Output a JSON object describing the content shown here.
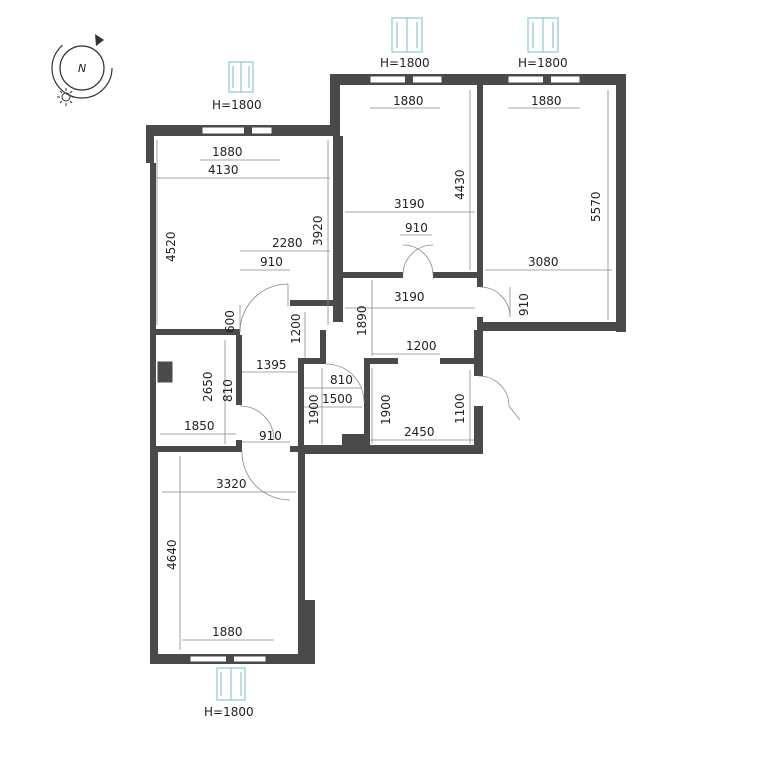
{
  "compass": {
    "north_label": "N",
    "icon": "compass-icon",
    "sun_icon": "sun-icon"
  },
  "windows": {
    "top_left": {
      "height_label": "H=1800",
      "width_label": "1880"
    },
    "top_mid": {
      "height_label": "H=1800",
      "width_label": "1880"
    },
    "top_right": {
      "height_label": "H=1800",
      "width_label": "1880"
    },
    "bottom": {
      "height_label": "H=1800",
      "width_label": "1880"
    }
  },
  "dims": {
    "left_room_width": "4130",
    "left_room_height": "4520",
    "left_room_depth": "3920",
    "left_room_inner": "2280",
    "left_door": "910",
    "left_wall_600": "600",
    "mid_room_width": "3190",
    "mid_room_height": "4430",
    "mid_door": "910",
    "right_room_height": "5570",
    "right_room_width": "3080",
    "right_door": "910",
    "hall_width": "3190",
    "hall_1890": "1890",
    "hall_1200_v": "1200",
    "hall_1200_h": "1200",
    "hall_1395": "1395",
    "small_2650": "2650",
    "small_810_v": "810",
    "small_1850": "1850",
    "small_door": "910",
    "bath_810": "810",
    "bath_1500": "1500",
    "bath_1900_a": "1900",
    "bath_1900_b": "1900",
    "bath_2450": "2450",
    "entry_1100": "1100",
    "bottom_room_width": "3320",
    "bottom_room_height": "4640"
  }
}
